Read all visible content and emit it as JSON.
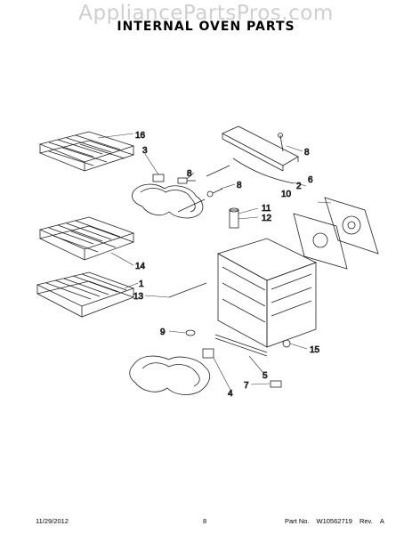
{
  "watermark": "AppliancePartsPros.com",
  "title": "INTERNAL OVEN PARTS",
  "callouts": {
    "c16": "16",
    "c3": "3",
    "c8a": "8",
    "c8b": "8",
    "c8c": "8",
    "c10": "10",
    "c6": "6",
    "c2": "2",
    "c11": "11",
    "c12": "12",
    "c14": "14",
    "c1": "1",
    "c13": "13",
    "c9": "9",
    "c15": "15",
    "c5": "5",
    "c4": "4",
    "c7": "7"
  },
  "footer": {
    "date": "11/29/2012",
    "page": "8",
    "part_label": "Part No.",
    "part_number": "W10562719",
    "rev_label": "Rev.",
    "rev_value": "A"
  }
}
